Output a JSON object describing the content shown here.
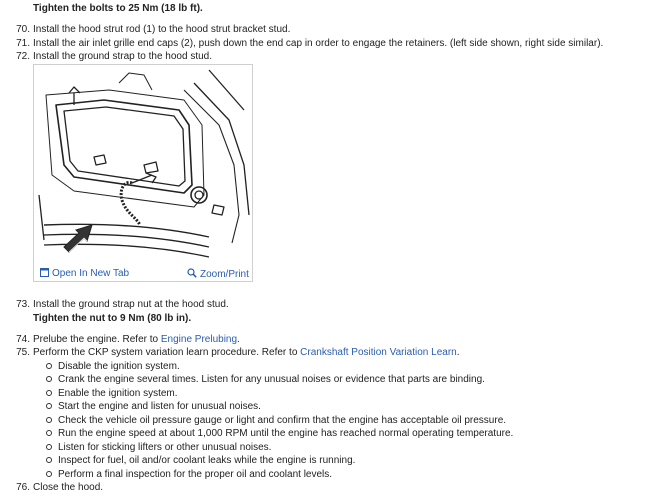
{
  "steps": {
    "s69_note": "Tighten the bolts to 25 Nm (18 lb ft).",
    "s70_num": "70.",
    "s70_text": "Install the hood strut rod (1) to the hood strut bracket stud.",
    "s71_num": "71.",
    "s71_text": "Install the air inlet grille end caps (2), push down the end cap in order to engage the retainers. (left side shown, right side similar).",
    "s72_num": "72.",
    "s72_text": "Install the ground strap to the hood stud.",
    "s73_num": "73.",
    "s73_text": "Install the ground strap nut at the hood stud.",
    "s73_note": "Tighten the nut to 9 Nm (80 lb in).",
    "s74_num": "74.",
    "s74_prefix": "Prelube the engine. Refer to ",
    "s74_link": "Engine Prelubing",
    "s74_suffix": ".",
    "s75_num": "75.",
    "s75_prefix": "Perform the CKP system variation learn procedure. Refer to ",
    "s75_link": "Crankshaft Position Variation Learn",
    "s75_suffix": ".",
    "s75_bullets": [
      "Disable the ignition system.",
      "Crank the engine several times. Listen for any unusual noises or evidence that parts are binding.",
      "Enable the ignition system.",
      "Start the engine and listen for unusual noises.",
      "Check the vehicle oil pressure gauge or light and confirm that the engine has acceptable oil pressure.",
      "Run the engine speed at about 1,000 RPM until the engine has reached normal operating temperature.",
      "Listen for sticking lifters or other unusual noises.",
      "Inspect for fuel, oil and/or coolant leaks while the engine is running.",
      "Perform a final inspection for the proper oil and coolant levels."
    ],
    "s76_num": "76.",
    "s76_text": "Close the hood."
  },
  "figure": {
    "open_tab_label": "Open In New Tab",
    "zoom_label": "Zoom/Print",
    "icons": [
      "open-tab-icon",
      "magnifier-icon"
    ]
  },
  "colors": {
    "link": "#2a5db0",
    "text": "#222222",
    "border": "#cfcfcf"
  }
}
